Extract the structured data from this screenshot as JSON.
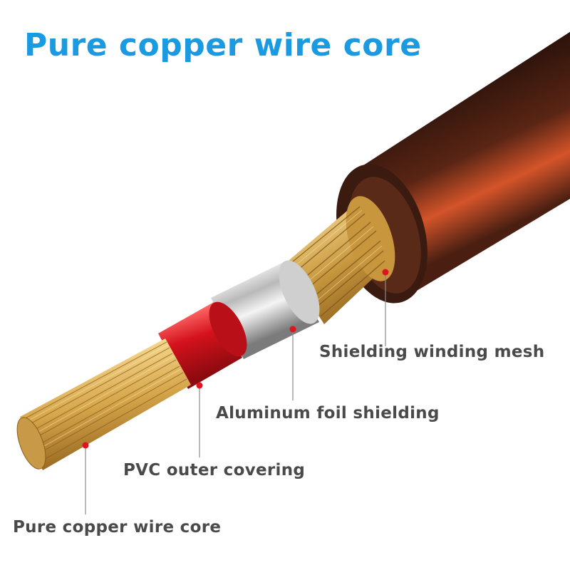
{
  "title": "Pure copper wire core",
  "labels": {
    "shielding_mesh": "Shielding winding mesh",
    "aluminum_foil": "Aluminum foil shielding",
    "pvc_covering": "PVC outer covering",
    "copper_core": "Pure copper wire core"
  },
  "colors": {
    "title": "#1a9ae0",
    "label_text": "#4a4a4a",
    "marker_dot": "#e0141e",
    "jacket_dark": "#3a1c12",
    "jacket_highlight": "#d4542a",
    "copper": "#d9a94e",
    "pvc_red": "#d4121c",
    "foil_silver": "#d8d8d8"
  }
}
